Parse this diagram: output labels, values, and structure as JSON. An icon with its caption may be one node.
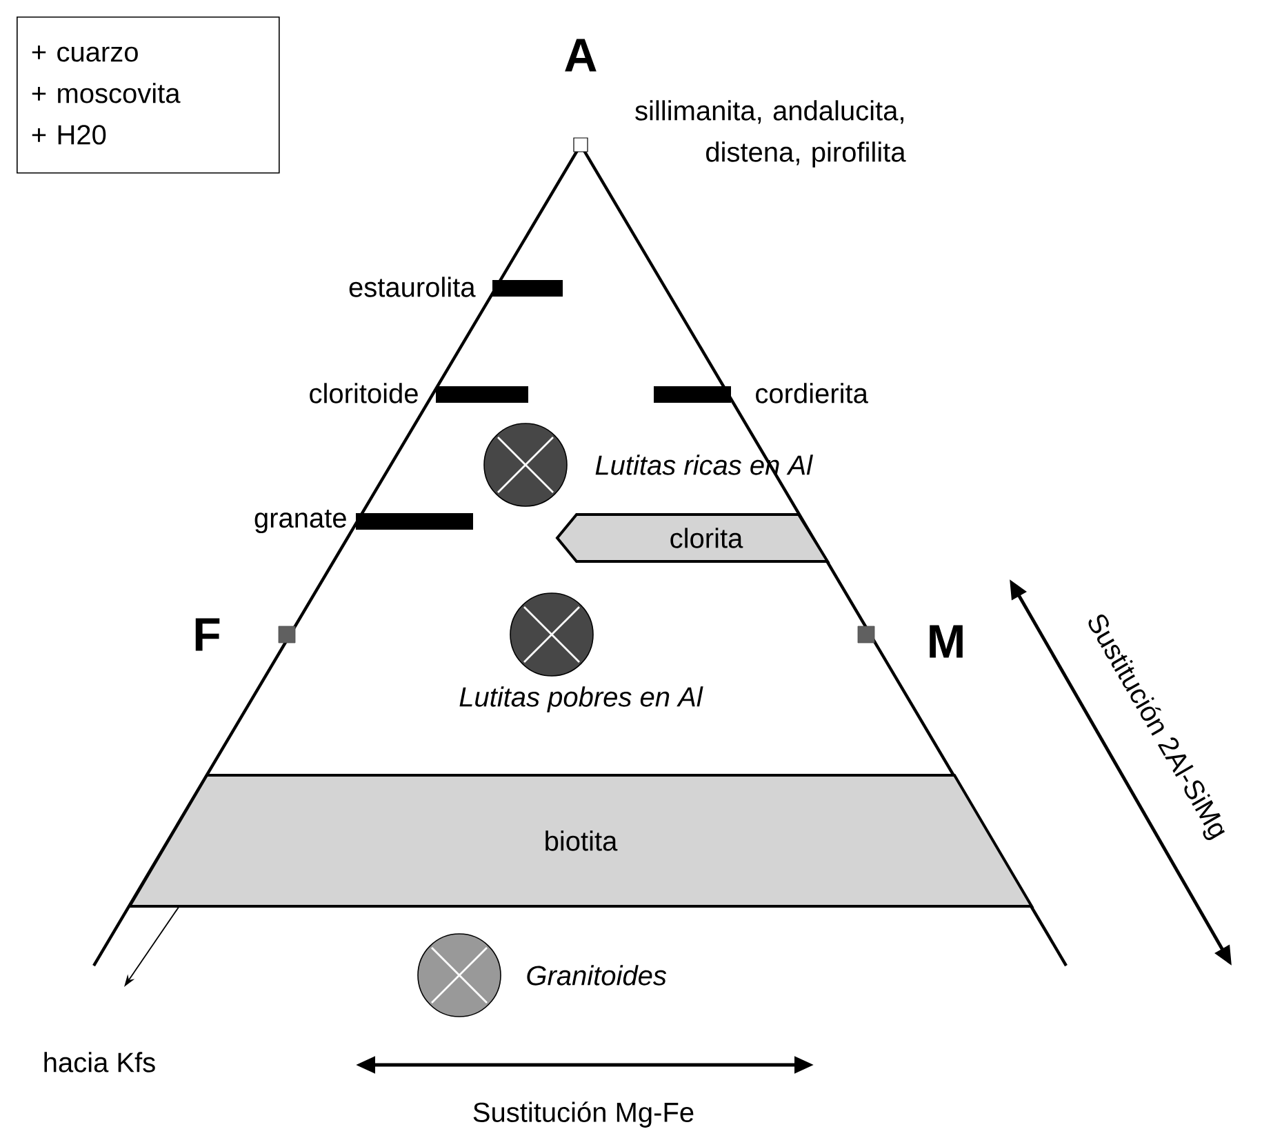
{
  "diagram": {
    "nodes": [
      {
        "text": [
          "+ cuarzo",
          "+ moscovita",
          "+ H20"
        ]
      },
      {
        "text": [
          "clorita"
        ]
      },
      {
        "text": [
          "biotita"
        ]
      },
      {
        "text": [],
        "shape": "circle",
        "beside": [
          "Lutitas ricas en Al"
        ]
      },
      {
        "text": [],
        "shape": "circle",
        "beside": [
          "Lutitas pobres en Al"
        ]
      },
      {
        "text": [],
        "shape": "circle",
        "beside": [
          "Granitoides"
        ]
      },
      {
        "text": [
          "hacia Kfs"
        ]
      }
    ],
    "edges": [
      {
        "from": 2,
        "to": 6,
        "arrow": "to"
      }
    ],
    "labels": [
      "A",
      "sillimanita, andalucita, distena, pirofilita",
      "estaurolita",
      "cloritoide",
      "cordierita",
      "granate",
      "F",
      "M",
      "Sustitución 2Al-SiMg",
      "Sustitución Mg-Fe"
    ]
  }
}
